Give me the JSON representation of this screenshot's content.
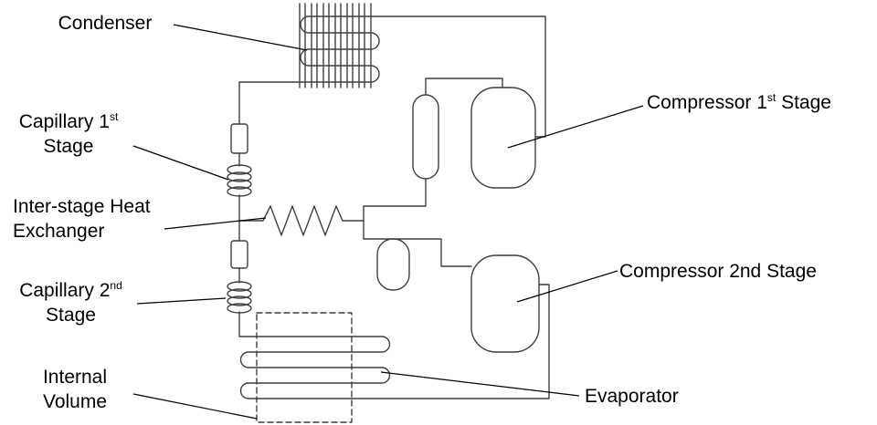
{
  "diagram": {
    "subject": "Two-stage refrigeration system schematic",
    "stroke_color": "#3f3f3f",
    "leader_color": "#000000",
    "background": "#ffffff"
  },
  "labels": {
    "condenser": {
      "text": "Condenser"
    },
    "capillary1": {
      "text": "Capillary 1",
      "sup": "st",
      "line2": "Stage"
    },
    "interstage": {
      "line1": "Inter-stage Heat",
      "line2": "Exchanger"
    },
    "capillary2": {
      "text": "Capillary 2",
      "sup": "nd",
      "line2": "Stage"
    },
    "internal_volume": {
      "line1": "Internal",
      "line2": "Volume"
    },
    "compressor1": {
      "text": "Compressor 1",
      "sup": "st",
      "post": " Stage"
    },
    "compressor2": {
      "text": "Compressor 2nd Stage"
    },
    "evaporator": {
      "text": "Evaporator"
    }
  }
}
